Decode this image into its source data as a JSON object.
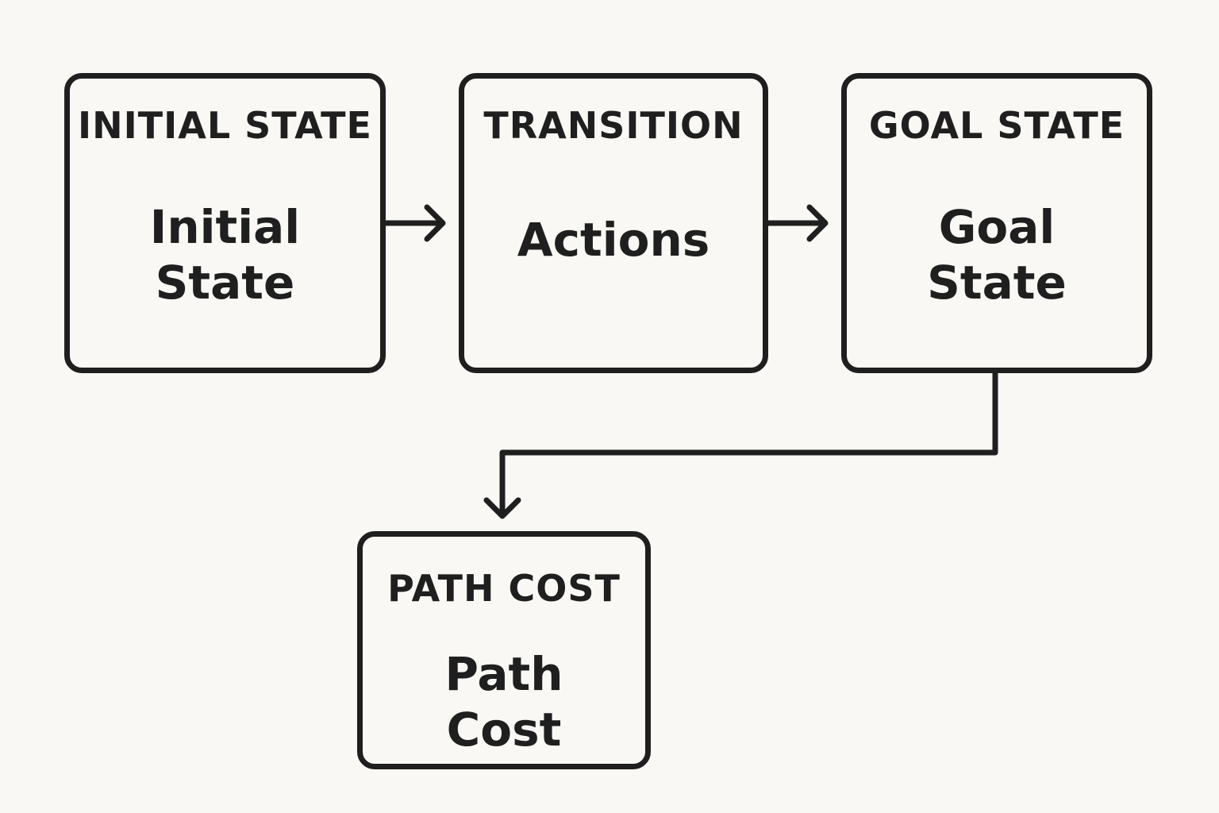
{
  "boxes": {
    "initial": {
      "header": "INITIAL STATE",
      "body_line1": "Initial",
      "body_line2": "State"
    },
    "transition": {
      "header": "TRANSITION",
      "body_line1": "Actions"
    },
    "goal": {
      "header": "GOAL STATE",
      "body_line1": "Goal",
      "body_line2": "State"
    },
    "path_cost": {
      "header": "PATH COST",
      "body_line1": "Path",
      "body_line2": "Cost"
    }
  },
  "colors": {
    "background": "#f9f8f4",
    "stroke": "#1f1f1f"
  }
}
